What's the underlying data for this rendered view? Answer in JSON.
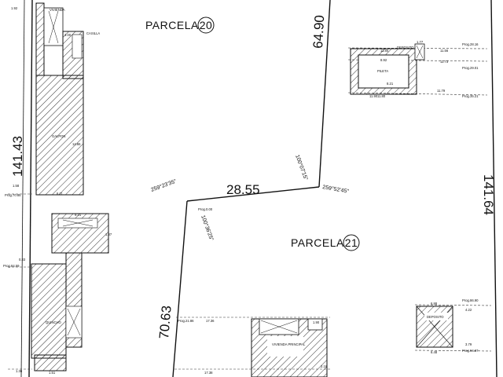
{
  "parcels": [
    {
      "label": "PARCELA",
      "number": "20"
    },
    {
      "label": "PARCELA",
      "number": "21"
    }
  ],
  "dimensions": {
    "top_right": "64.90",
    "left_side": "141.43",
    "right_side": "141.64",
    "middle": "28.55",
    "lower_left": "70.63"
  },
  "angles": {
    "a1": "100°07'15\"",
    "a2": "259°52'45\"",
    "a3": "259°23'35\"",
    "a4": "100°36'25\""
  },
  "progressives": {
    "p1": "Prog.28.16",
    "p2": "Prog.29.01",
    "p3": "Prog.35.21",
    "p4": "Prog.70.85",
    "p5": "Prog.0.00",
    "p6": "Prog.84.59",
    "p7": "Prog.21.86",
    "p8": "Prog.86.90",
    "p9": "Prog.94.97"
  },
  "buildings": {
    "vivienda": "VIVIENDA",
    "casilla": "CASILLA",
    "galpon": "GALPON",
    "pileta": "PILETA",
    "deposito_top": "DEPOSITO",
    "deposito_right": "DEPOSITO",
    "vivienda_principal": "VIVIENDA PRINCIPAL",
    "quincho": "QUINCHO"
  },
  "measures": {
    "m1": "1.92",
    "m2": "1.58",
    "m3": "6.11",
    "m4": "0.33",
    "m5": "1.36",
    "m6": "11.80",
    "m7": "1.77",
    "m8": "11.56",
    "m9": "11.73",
    "m10": "11.90",
    "m11": "8.92",
    "m12": "8.21",
    "m13": "11.80",
    "m14": "11.79",
    "m15": "6.88",
    "m16": "4.22",
    "m17": "6.48",
    "m18": "3.79",
    "m19": "17.36",
    "m20": "17.38",
    "m21": "1.90",
    "m22": "2.18",
    "m23": "9.21",
    "m24": "1.37",
    "m25": "3.00",
    "m26": "14.66",
    "m27": "1.51"
  }
}
